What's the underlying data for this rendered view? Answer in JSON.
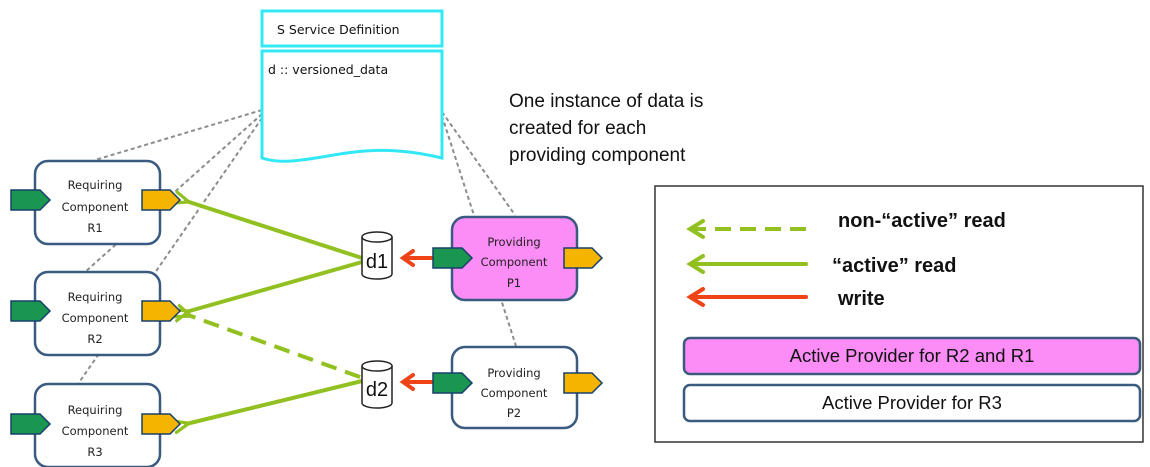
{
  "service_definition": {
    "title": "S Service Definition",
    "field": "d :: versioned_data"
  },
  "note": {
    "lines": [
      "One instance of data is",
      "created for each",
      "providing component"
    ]
  },
  "requiring_components": [
    {
      "line1": "Requiring",
      "line2": "Component",
      "line3": "R1"
    },
    {
      "line1": "Requiring",
      "line2": "Component",
      "line3": "R2"
    },
    {
      "line1": "Requiring",
      "line2": "Component",
      "line3": "R3"
    }
  ],
  "providing_components": [
    {
      "line1": "Providing",
      "line2": "Component",
      "line3": "P1",
      "active": true
    },
    {
      "line1": "Providing",
      "line2": "Component",
      "line3": "P2",
      "active": false
    }
  ],
  "data_instances": [
    "d1",
    "d2"
  ],
  "legend": {
    "non_active_read": "non-“active” read",
    "active_read": "“active” read",
    "write": "write",
    "active_provider_r2_r1": "Active Provider for R2 and R1",
    "active_provider_r3": "Active Provider for R3"
  },
  "colors": {
    "read_arrow": "#92c020",
    "write_arrow": "#ee4418",
    "port_in": "#1a9650",
    "port_out": "#f5b400",
    "component_border": "#3a5a80",
    "active_fill": "#fc8cf6",
    "service_border": "#33e8f5"
  }
}
